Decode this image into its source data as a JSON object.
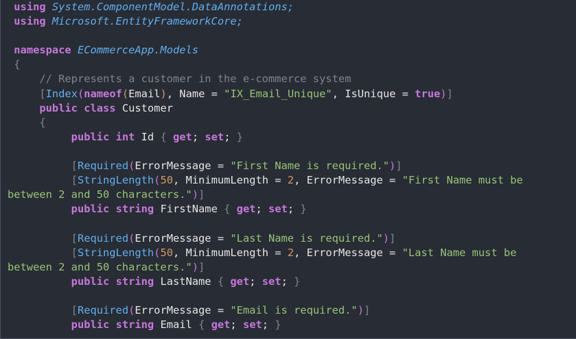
{
  "lines": [
    [
      {
        "t": " ",
        "c": "pun"
      },
      {
        "t": "using",
        "c": "kw"
      },
      {
        "t": " ",
        "c": "pun"
      },
      {
        "t": "System.ComponentModel.DataAnnotations;",
        "c": "ns"
      }
    ],
    [
      {
        "t": " ",
        "c": "pun"
      },
      {
        "t": "using",
        "c": "kw"
      },
      {
        "t": " ",
        "c": "pun"
      },
      {
        "t": "Microsoft.EntityFrameworkCore;",
        "c": "ns"
      }
    ],
    [
      {
        "t": "",
        "c": "pun"
      }
    ],
    [
      {
        "t": " ",
        "c": "pun"
      },
      {
        "t": "namespace",
        "c": "kw"
      },
      {
        "t": " ",
        "c": "pun"
      },
      {
        "t": "ECommerceApp.Models",
        "c": "ns"
      }
    ],
    [
      {
        "t": " {",
        "c": "br"
      }
    ],
    [
      {
        "t": "     ",
        "c": "pun"
      },
      {
        "t": "// Represents a customer in the e-commerce system",
        "c": "cm"
      }
    ],
    [
      {
        "t": "     ",
        "c": "pun"
      },
      {
        "t": "[",
        "c": "br"
      },
      {
        "t": "Index",
        "c": "attr"
      },
      {
        "t": "(",
        "c": "br2"
      },
      {
        "t": "nameof",
        "c": "kw"
      },
      {
        "t": "(",
        "c": "br3"
      },
      {
        "t": "Email",
        "c": "tx"
      },
      {
        "t": ")",
        "c": "br3"
      },
      {
        "t": ", Name = ",
        "c": "tx"
      },
      {
        "t": "\"IX_Email_Unique\"",
        "c": "str"
      },
      {
        "t": ", IsUnique = ",
        "c": "tx"
      },
      {
        "t": "true",
        "c": "kw"
      },
      {
        "t": ")",
        "c": "br2"
      },
      {
        "t": "]",
        "c": "br"
      }
    ],
    [
      {
        "t": "     ",
        "c": "pun"
      },
      {
        "t": "public",
        "c": "kw"
      },
      {
        "t": " ",
        "c": "pun"
      },
      {
        "t": "class",
        "c": "kw"
      },
      {
        "t": " Customer",
        "c": "tx"
      }
    ],
    [
      {
        "t": "     {",
        "c": "br"
      }
    ],
    [
      {
        "t": "          ",
        "c": "pun"
      },
      {
        "t": "public",
        "c": "kw"
      },
      {
        "t": " ",
        "c": "pun"
      },
      {
        "t": "int",
        "c": "kw"
      },
      {
        "t": " Id ",
        "c": "tx"
      },
      {
        "t": "{",
        "c": "br"
      },
      {
        "t": " ",
        "c": "pun"
      },
      {
        "t": "get",
        "c": "kw"
      },
      {
        "t": "; ",
        "c": "tx"
      },
      {
        "t": "set",
        "c": "kw"
      },
      {
        "t": "; ",
        "c": "tx"
      },
      {
        "t": "}",
        "c": "br"
      }
    ],
    [
      {
        "t": "",
        "c": "pun"
      }
    ],
    [
      {
        "t": "          ",
        "c": "pun"
      },
      {
        "t": "[",
        "c": "br"
      },
      {
        "t": "Required",
        "c": "attr"
      },
      {
        "t": "(",
        "c": "br2"
      },
      {
        "t": "ErrorMessage = ",
        "c": "tx"
      },
      {
        "t": "\"First Name is required.\"",
        "c": "str"
      },
      {
        "t": ")",
        "c": "br2"
      },
      {
        "t": "]",
        "c": "br"
      }
    ],
    [
      {
        "t": "          ",
        "c": "pun"
      },
      {
        "t": "[",
        "c": "br"
      },
      {
        "t": "StringLength",
        "c": "attr"
      },
      {
        "t": "(",
        "c": "br2"
      },
      {
        "t": "50",
        "c": "num"
      },
      {
        "t": ", MinimumLength = ",
        "c": "tx"
      },
      {
        "t": "2",
        "c": "num"
      },
      {
        "t": ", ErrorMessage = ",
        "c": "tx"
      },
      {
        "t": "\"First Name must be",
        "c": "str"
      }
    ],
    [
      {
        "t": "between 2 and 50 characters.\"",
        "c": "str"
      },
      {
        "t": ")",
        "c": "br2"
      },
      {
        "t": "]",
        "c": "br"
      }
    ],
    [
      {
        "t": "          ",
        "c": "pun"
      },
      {
        "t": "public",
        "c": "kw"
      },
      {
        "t": " ",
        "c": "pun"
      },
      {
        "t": "string",
        "c": "kw"
      },
      {
        "t": " FirstName ",
        "c": "tx"
      },
      {
        "t": "{",
        "c": "br"
      },
      {
        "t": " ",
        "c": "pun"
      },
      {
        "t": "get",
        "c": "kw"
      },
      {
        "t": "; ",
        "c": "tx"
      },
      {
        "t": "set",
        "c": "kw"
      },
      {
        "t": "; ",
        "c": "tx"
      },
      {
        "t": "}",
        "c": "br"
      }
    ],
    [
      {
        "t": "",
        "c": "pun"
      }
    ],
    [
      {
        "t": "          ",
        "c": "pun"
      },
      {
        "t": "[",
        "c": "br"
      },
      {
        "t": "Required",
        "c": "attr"
      },
      {
        "t": "(",
        "c": "br2"
      },
      {
        "t": "ErrorMessage = ",
        "c": "tx"
      },
      {
        "t": "\"Last Name is required.\"",
        "c": "str"
      },
      {
        "t": ")",
        "c": "br2"
      },
      {
        "t": "]",
        "c": "br"
      }
    ],
    [
      {
        "t": "          ",
        "c": "pun"
      },
      {
        "t": "[",
        "c": "br"
      },
      {
        "t": "StringLength",
        "c": "attr"
      },
      {
        "t": "(",
        "c": "br2"
      },
      {
        "t": "50",
        "c": "num"
      },
      {
        "t": ", MinimumLength = ",
        "c": "tx"
      },
      {
        "t": "2",
        "c": "num"
      },
      {
        "t": ", ErrorMessage = ",
        "c": "tx"
      },
      {
        "t": "\"Last Name must be",
        "c": "str"
      }
    ],
    [
      {
        "t": "between 2 and 50 characters.\"",
        "c": "str"
      },
      {
        "t": ")",
        "c": "br2"
      },
      {
        "t": "]",
        "c": "br"
      }
    ],
    [
      {
        "t": "          ",
        "c": "pun"
      },
      {
        "t": "public",
        "c": "kw"
      },
      {
        "t": " ",
        "c": "pun"
      },
      {
        "t": "string",
        "c": "kw"
      },
      {
        "t": " LastName ",
        "c": "tx"
      },
      {
        "t": "{",
        "c": "br"
      },
      {
        "t": " ",
        "c": "pun"
      },
      {
        "t": "get",
        "c": "kw"
      },
      {
        "t": "; ",
        "c": "tx"
      },
      {
        "t": "set",
        "c": "kw"
      },
      {
        "t": "; ",
        "c": "tx"
      },
      {
        "t": "}",
        "c": "br"
      }
    ],
    [
      {
        "t": "",
        "c": "pun"
      }
    ],
    [
      {
        "t": "          ",
        "c": "pun"
      },
      {
        "t": "[",
        "c": "br"
      },
      {
        "t": "Required",
        "c": "attr"
      },
      {
        "t": "(",
        "c": "br2"
      },
      {
        "t": "ErrorMessage = ",
        "c": "tx"
      },
      {
        "t": "\"Email is required.\"",
        "c": "str"
      },
      {
        "t": ")",
        "c": "br2"
      },
      {
        "t": "]",
        "c": "br"
      }
    ],
    [
      {
        "t": "          ",
        "c": "pun"
      },
      {
        "t": "public",
        "c": "kw"
      },
      {
        "t": " ",
        "c": "pun"
      },
      {
        "t": "string",
        "c": "kw"
      },
      {
        "t": " Email ",
        "c": "tx"
      },
      {
        "t": "{",
        "c": "br"
      },
      {
        "t": " ",
        "c": "pun"
      },
      {
        "t": "get",
        "c": "kw"
      },
      {
        "t": "; ",
        "c": "tx"
      },
      {
        "t": "set",
        "c": "kw"
      },
      {
        "t": "; ",
        "c": "tx"
      },
      {
        "t": "}",
        "c": "br"
      }
    ]
  ]
}
